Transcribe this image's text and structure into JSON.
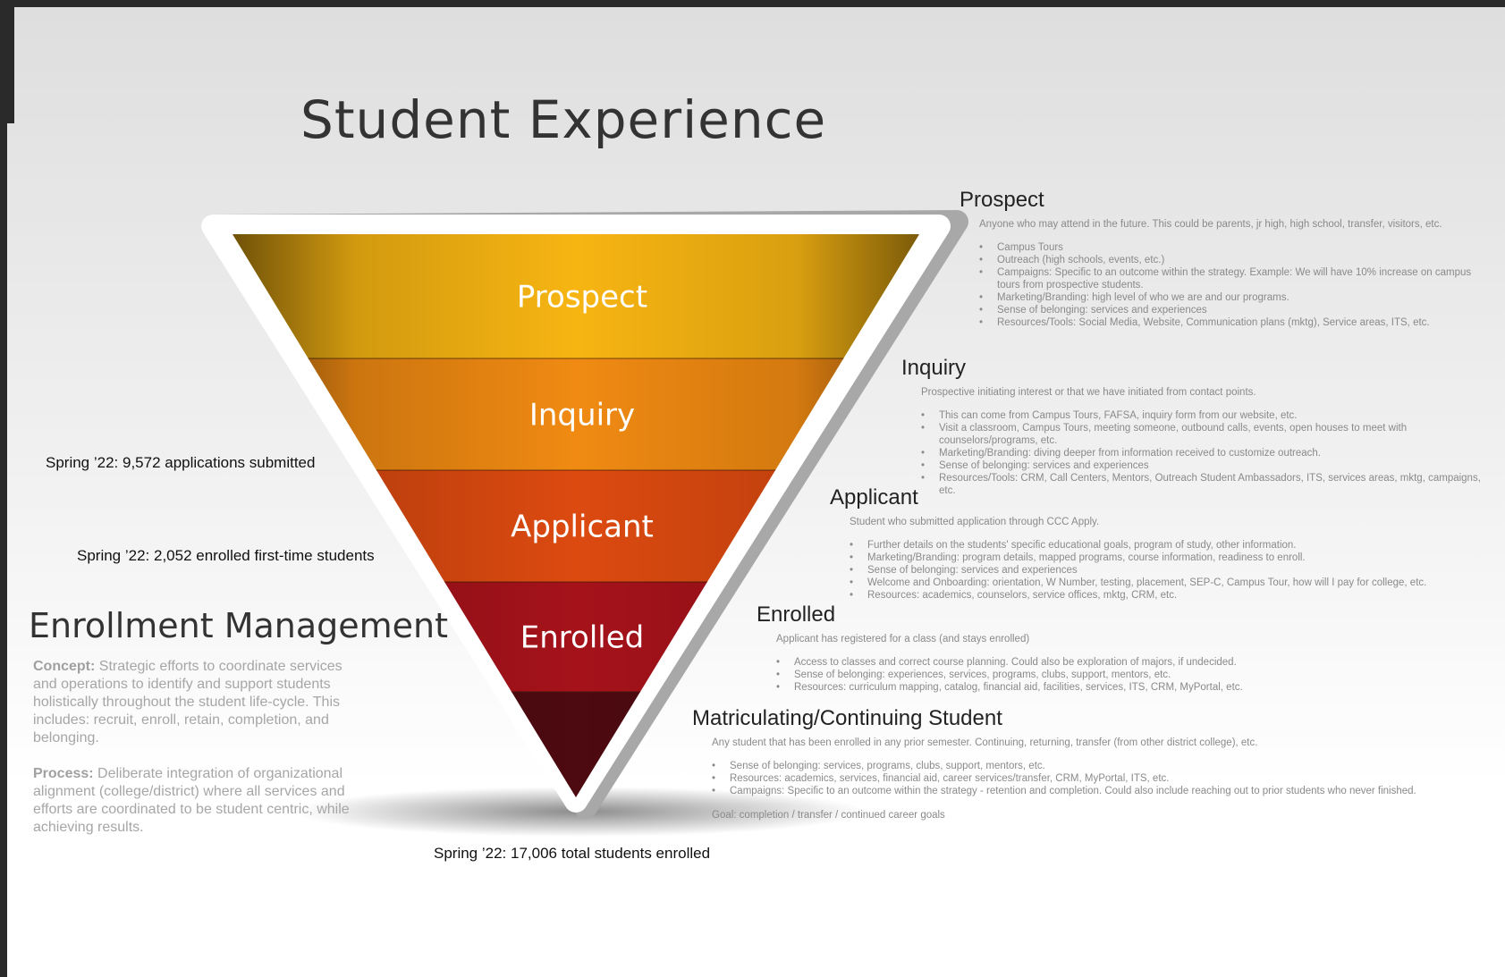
{
  "title": "Student Experience",
  "funnel": {
    "labels": [
      "Prospect",
      "Inquiry",
      "Applicant",
      "Enrolled"
    ],
    "colors": [
      "#f7b512",
      "#f08a12",
      "#dc4a10",
      "#a5121a",
      "#4d0a10"
    ]
  },
  "stats": {
    "applications": "Spring ’22: 9,572 applications submitted",
    "first_time": "Spring ’22: 2,052 enrolled first-time students",
    "total": "Spring ’22: 17,006 total students enrolled"
  },
  "enrollment_management": {
    "title": "Enrollment Management",
    "concept_label": "Concept:",
    "concept_text": "Strategic efforts to coordinate services and operations to identify and support students holistically throughout the student life-cycle.  This includes: recruit, enroll, retain, completion, and belonging.",
    "process_label": "Process:",
    "process_text": "Deliberate integration of organizational alignment (college/district) where all services and efforts are coordinated to be student centric, while achieving results."
  },
  "stages": [
    {
      "title": "Prospect",
      "desc": "Anyone who may attend in the future. This could be parents, jr high, high school, transfer, visitors, etc.",
      "items": [
        "Campus Tours",
        "Outreach (high schools, events, etc.)",
        "Campaigns: Specific to an outcome within the strategy.  Example:  We will have 10% increase on campus tours from prospective students.",
        "Marketing/Branding:  high level of who we are and our programs.",
        "Sense of belonging: services and experiences",
        "Resources/Tools:  Social Media, Website, Communication plans (mktg), Service areas, ITS, etc."
      ]
    },
    {
      "title": "Inquiry",
      "desc": "Prospective initiating interest or that we have initiated from contact points.",
      "items": [
        "This can come from Campus Tours, FAFSA, inquiry form from our website, etc.",
        "Visit a classroom, Campus Tours, meeting someone, outbound calls, events, open houses to meet with counselors/programs, etc.",
        "Marketing/Branding: diving deeper from information received to customize outreach.",
        "Sense of belonging: services and experiences",
        "Resources/Tools: CRM, Call Centers, Mentors, Outreach Student Ambassadors, ITS, services areas, mktg, campaigns, etc."
      ]
    },
    {
      "title": "Applicant",
      "desc": "Student who submitted application through CCC Apply.",
      "items": [
        "Further details on the students' specific educational goals, program of study, other information.",
        "Marketing/Branding:  program details, mapped programs, course information, readiness to enroll.",
        "Sense of belonging: services and experiences",
        "Welcome and Onboarding:  orientation, W Number, testing, placement, SEP-C, Campus Tour, how will I pay for college, etc.",
        "Resources: academics, counselors, service offices, mktg, CRM, etc."
      ]
    },
    {
      "title": "Enrolled",
      "desc": "Applicant has registered for a class (and stays enrolled)",
      "items": [
        "Access to classes and correct course planning.  Could also be exploration of majors, if undecided.",
        "Sense of belonging:  experiences, services, programs, clubs, support, mentors, etc.",
        "Resources:  curriculum mapping, catalog, financial aid, facilities, services, ITS, CRM, MyPortal, etc."
      ]
    },
    {
      "title": "Matriculating/Continuing Student",
      "desc": "Any student that has been enrolled in any prior semester. Continuing, returning, transfer (from other district college), etc.",
      "items": [
        "Sense of belonging:  services, programs, clubs, support, mentors, etc.",
        "Resources:  academics, services, financial aid, career services/transfer, CRM, MyPortal, ITS, etc.",
        "Campaigns: Specific to an outcome within the strategy - retention and completion. Could also include reaching out to prior students who never finished."
      ],
      "goal": "Goal:  completion / transfer / continued career goals"
    }
  ]
}
